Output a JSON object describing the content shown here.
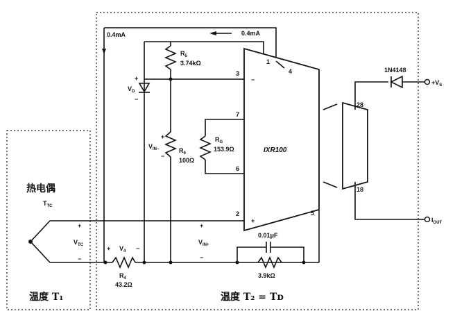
{
  "title": "",
  "regions": {
    "left_zone_label": "温度 T₁",
    "right_zone_label": "温度 T₂ = Tᴅ"
  },
  "thermocouple": {
    "label": "热电偶",
    "symbol": "T",
    "symbol_sub": "TC",
    "plus": "+",
    "minus": "−",
    "voltage": "V",
    "voltage_sub": "TC"
  },
  "currents": {
    "left": "0.4mA",
    "top": "0.4mA"
  },
  "components": {
    "r5_name": "R",
    "r5_sub": "5",
    "r5_value": "3.74kΩ",
    "r6_name": "R",
    "r6_sub": "6",
    "r6_value": "100Ω",
    "rg_name": "R",
    "rg_sub": "G",
    "rg_value": "153.9Ω",
    "r4_name": "R",
    "r4_sub": "4",
    "r4_value": "43.2Ω",
    "r_fb_value": "3.9kΩ",
    "cap_value": "0.01μF",
    "diode_name": "1N4148",
    "vd_name": "V",
    "vd_sub": "D",
    "vin_minus_name": "V",
    "vin_minus_sub": "IN−",
    "vin_plus_name": "V",
    "vin_plus_sub": "IN+",
    "v4_name": "V",
    "v4_sub": "4"
  },
  "ic": {
    "name": "IXR100",
    "pins": {
      "p1": "1",
      "p2": "2",
      "p3": "3",
      "p4": "4",
      "p5": "5",
      "p6": "6",
      "p7": "7"
    },
    "inv_sign": "−",
    "noninv_sign": "+"
  },
  "output_stage": {
    "pin_top": "28",
    "pin_bottom": "18",
    "vs_label": "+V",
    "vs_sub": "S",
    "iout_label": "I",
    "iout_sub": "OUT"
  },
  "signs": {
    "plus": "+",
    "minus": "−"
  }
}
